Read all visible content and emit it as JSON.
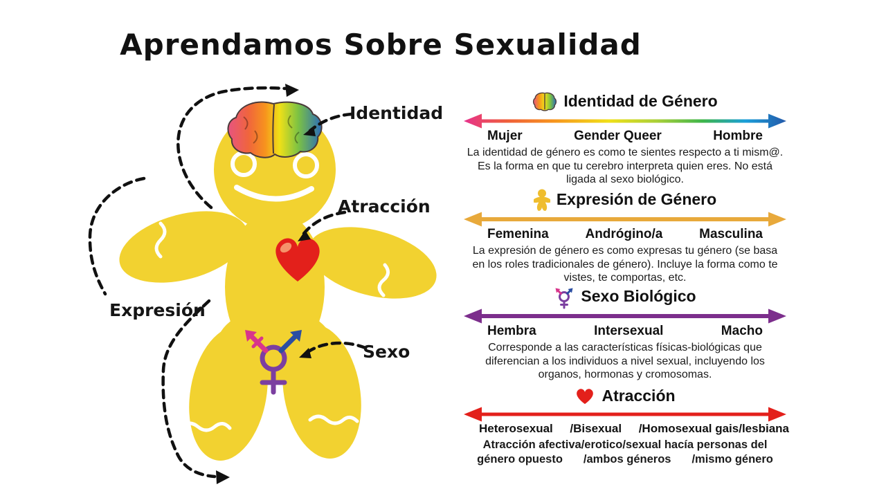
{
  "title": "Aprendamos Sobre Sexualidad",
  "figure": {
    "labels": {
      "identity": "Identidad",
      "attraction": "Atracción",
      "expression": "Expresión",
      "sex": "Sexo"
    },
    "body_color": "#F2D230"
  },
  "sections": [
    {
      "title": "Identidad de Género",
      "icon": "brain-icon",
      "arrow": "rainbow-gradient",
      "scale_labels": [
        "Mujer",
        "Gender Queer",
        "Hombre"
      ],
      "desc_lines": [
        "La identidad de género es como te sientes respecto a ti mism@.",
        "Es la forma en que tu cerebro interpreta quien eres. No está",
        "ligada al sexo biológico."
      ]
    },
    {
      "title": "Expresión de Género",
      "icon": "person-icon",
      "arrow_color": "#E8A93B",
      "scale_labels": [
        "Femenina",
        "Andrógino/a",
        "Masculina"
      ],
      "desc_lines": [
        "La expresión de género es como expresas tu género (se basa",
        "en los roles tradicionales de género). Incluye la forma como te",
        "vistes, te comportas, etc."
      ]
    },
    {
      "title": "Sexo Biológico",
      "icon": "transgender-icon",
      "arrow_color": "#7C2E8C",
      "scale_labels": [
        "Hembra",
        "Intersexual",
        "Macho"
      ],
      "desc_lines": [
        "Corresponde a las características físicas-biológicas que",
        "diferencian a los individuos a nivel sexual, incluyendo los",
        "organos, hormonas y cromosomas."
      ]
    },
    {
      "title": "Atracción",
      "icon": "heart-icon",
      "arrow_color": "#E3201B",
      "scale_labels": [
        "Heterosexual",
        "/Bisexual",
        "/Homosexual gais/lesbiana"
      ],
      "desc_lines": [
        "Atracción afectiva/erotico/sexual hacía personas del"
      ],
      "desc_segments": [
        "género opuesto",
        "/ambos géneros",
        "/mismo género"
      ]
    }
  ],
  "rainbow_stops": [
    "#E6308F",
    "#EF5F38",
    "#F7941D",
    "#F0E018",
    "#A8CF38",
    "#3CB54A",
    "#1A9ED9",
    "#2457A8"
  ],
  "colors": {
    "background": "#FFFFFF",
    "text": "#1A1A1A",
    "body_yellow": "#F2D230",
    "heart_red": "#E3201B",
    "trans_pink": "#D8358B",
    "trans_blue": "#2B4EA2",
    "trans_purple": "#7B3FA0",
    "expression_gold": "#E8A93B",
    "sex_purple": "#7C2E8C",
    "attraction_red": "#E3201B"
  }
}
